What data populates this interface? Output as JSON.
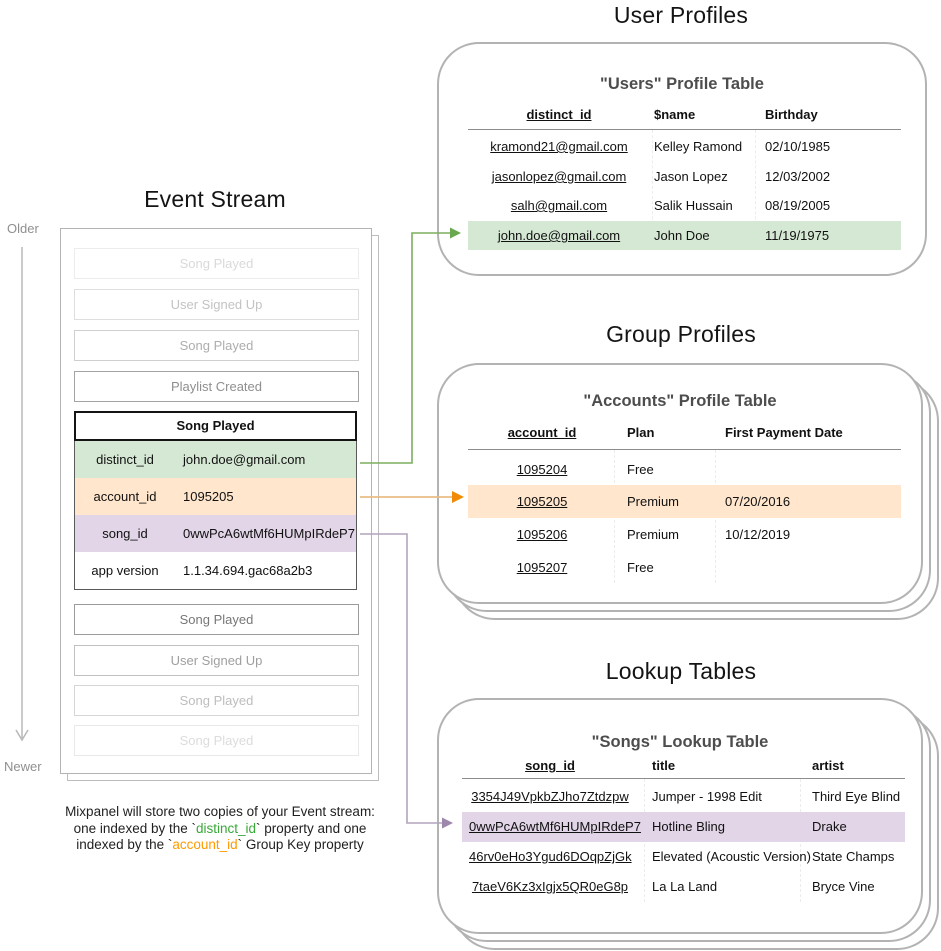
{
  "colors": {
    "green_fill": "#d5e8d4",
    "orange_fill": "#ffe6cc",
    "purple_fill": "#e1d5e7",
    "green_stroke": "#7cae5f",
    "green_head": "#6aa84f",
    "orange_stroke": "#e9bd85",
    "orange_head": "#f18b05",
    "purple_stroke": "#b3a3bd",
    "purple_head": "#9d87ad",
    "timeline_gray": "#b8b8b8",
    "note_green": "#38a838",
    "note_orange": "#ff9a00",
    "card_border": "#b3b3b3"
  },
  "event_stream": {
    "title": "Event Stream",
    "older_label": "Older",
    "newer_label": "Newer",
    "events_above": [
      "Song Played",
      "User Signed Up",
      "Song Played",
      "Playlist Created"
    ],
    "active_event": {
      "name": "Song Played",
      "properties": [
        {
          "key": "distinct_id",
          "value": "john.doe@gmail.com"
        },
        {
          "key": "account_id",
          "value": "1095205"
        },
        {
          "key": "song_id",
          "value": "0wwPcA6wtMf6HUMpIRdeP7"
        },
        {
          "key": "app version",
          "value": "1.1.34.694.gac68a2b3"
        }
      ]
    },
    "events_below": [
      "Song Played",
      "User Signed Up",
      "Song Played",
      "Song Played"
    ]
  },
  "note": {
    "line1": "Mixpanel will store two copies of your Event stream:",
    "line2_pre": "one indexed by the `",
    "line2_key": "distinct_id",
    "line2_post": "` property and one",
    "line3_pre": "indexed by the `",
    "line3_key": "account_id",
    "line3_post": "` Group Key property"
  },
  "user_profiles": {
    "heading": "User Profiles",
    "table_title": "\"Users\" Profile Table",
    "columns": [
      "distinct_id",
      "$name",
      "Birthday"
    ],
    "rows": [
      [
        "kramond21@gmail.com",
        "Kelley Ramond",
        "02/10/1985"
      ],
      [
        "jasonlopez@gmail.com",
        "Jason Lopez",
        "12/03/2002"
      ],
      [
        "salh@gmail.com",
        "Salik Hussain",
        "08/19/2005"
      ],
      [
        "john.doe@gmail.com",
        "John Doe",
        "11/19/1975"
      ]
    ],
    "highlighted_row_index": 3
  },
  "group_profiles": {
    "heading": "Group Profiles",
    "table_title": "\"Accounts\" Profile Table",
    "columns": [
      "account_id",
      "Plan",
      "First Payment Date"
    ],
    "rows": [
      [
        "1095204",
        "Free",
        ""
      ],
      [
        "1095205",
        "Premium",
        "07/20/2016"
      ],
      [
        "1095206",
        "Premium",
        "10/12/2019"
      ],
      [
        "1095207",
        "Free",
        ""
      ]
    ],
    "highlighted_row_index": 1
  },
  "lookup_tables": {
    "heading": "Lookup Tables",
    "table_title": "\"Songs\" Lookup Table",
    "columns": [
      "song_id",
      "title",
      "artist"
    ],
    "rows": [
      [
        "3354J49VpkbZJho7Ztdzpw",
        "Jumper - 1998 Edit",
        "Third Eye Blind"
      ],
      [
        "0wwPcA6wtMf6HUMpIRdeP7",
        "Hotline Bling",
        "Drake"
      ],
      [
        "46rv0eHo3Ygud6DOqpZjGk",
        "Elevated (Acoustic Version)",
        "State Champs"
      ],
      [
        "7taeV6Kz3xIgjx5QR0eG8p",
        "La La Land",
        "Bryce Vine"
      ]
    ],
    "highlighted_row_index": 1
  }
}
